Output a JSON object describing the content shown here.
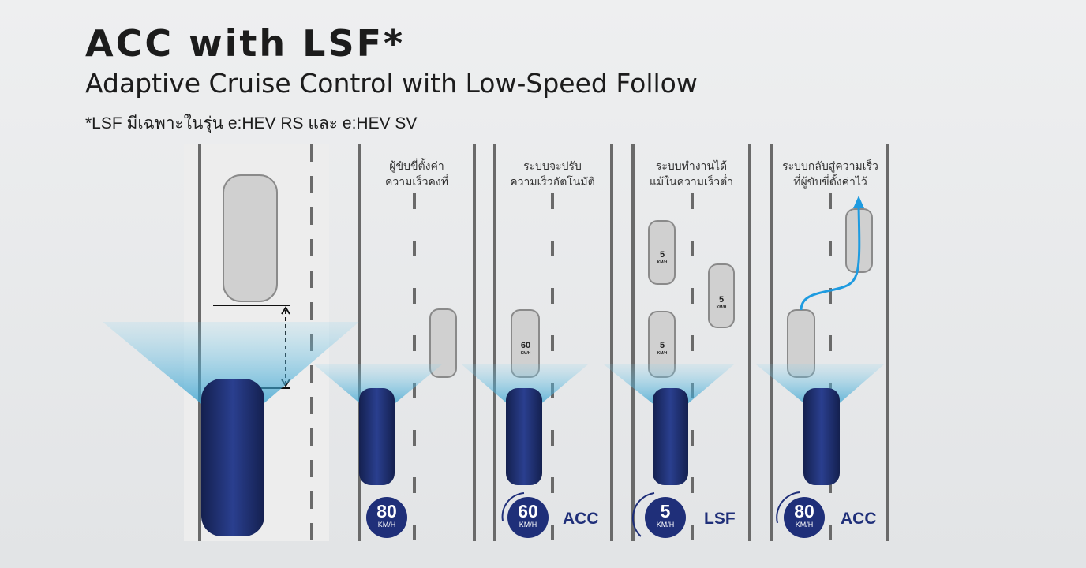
{
  "header": {
    "title": "ACC with LSF*",
    "subtitle": "Adaptive Cruise Control with Low-Speed Follow",
    "note": "*LSF มีเฉพาะในรุ่น e:HEV RS และ e:HEV SV"
  },
  "panels": [
    {
      "caption": [
        "ผู้ขับขี่ตั้งค่า",
        "ความเร็วคงที่"
      ],
      "speed": "80",
      "unit": "KM/H",
      "mode": ""
    },
    {
      "caption": [
        "ระบบจะปรับ",
        "ความเร็วอัตโนมัติ"
      ],
      "speed": "60",
      "unit": "KM/H",
      "mode": "ACC",
      "lead_label": "60",
      "lead_unit": "KM/H"
    },
    {
      "caption": [
        "ระบบทำงานได้",
        "แม้ในความเร็วต่ำ"
      ],
      "speed": "5",
      "unit": "KM/H",
      "mode": "LSF",
      "lead_label": "5",
      "lead_unit": "KM/H"
    },
    {
      "caption": [
        "ระบบกลับสู่ความเร็ว",
        "ที่ผู้ขับขี่ตั้งค่าไว้"
      ],
      "speed": "80",
      "unit": "KM/H",
      "mode": "ACC"
    }
  ],
  "colors": {
    "navy": "#1f2f79",
    "radar": "#3fb4dc",
    "arrow": "#1e9be0"
  }
}
